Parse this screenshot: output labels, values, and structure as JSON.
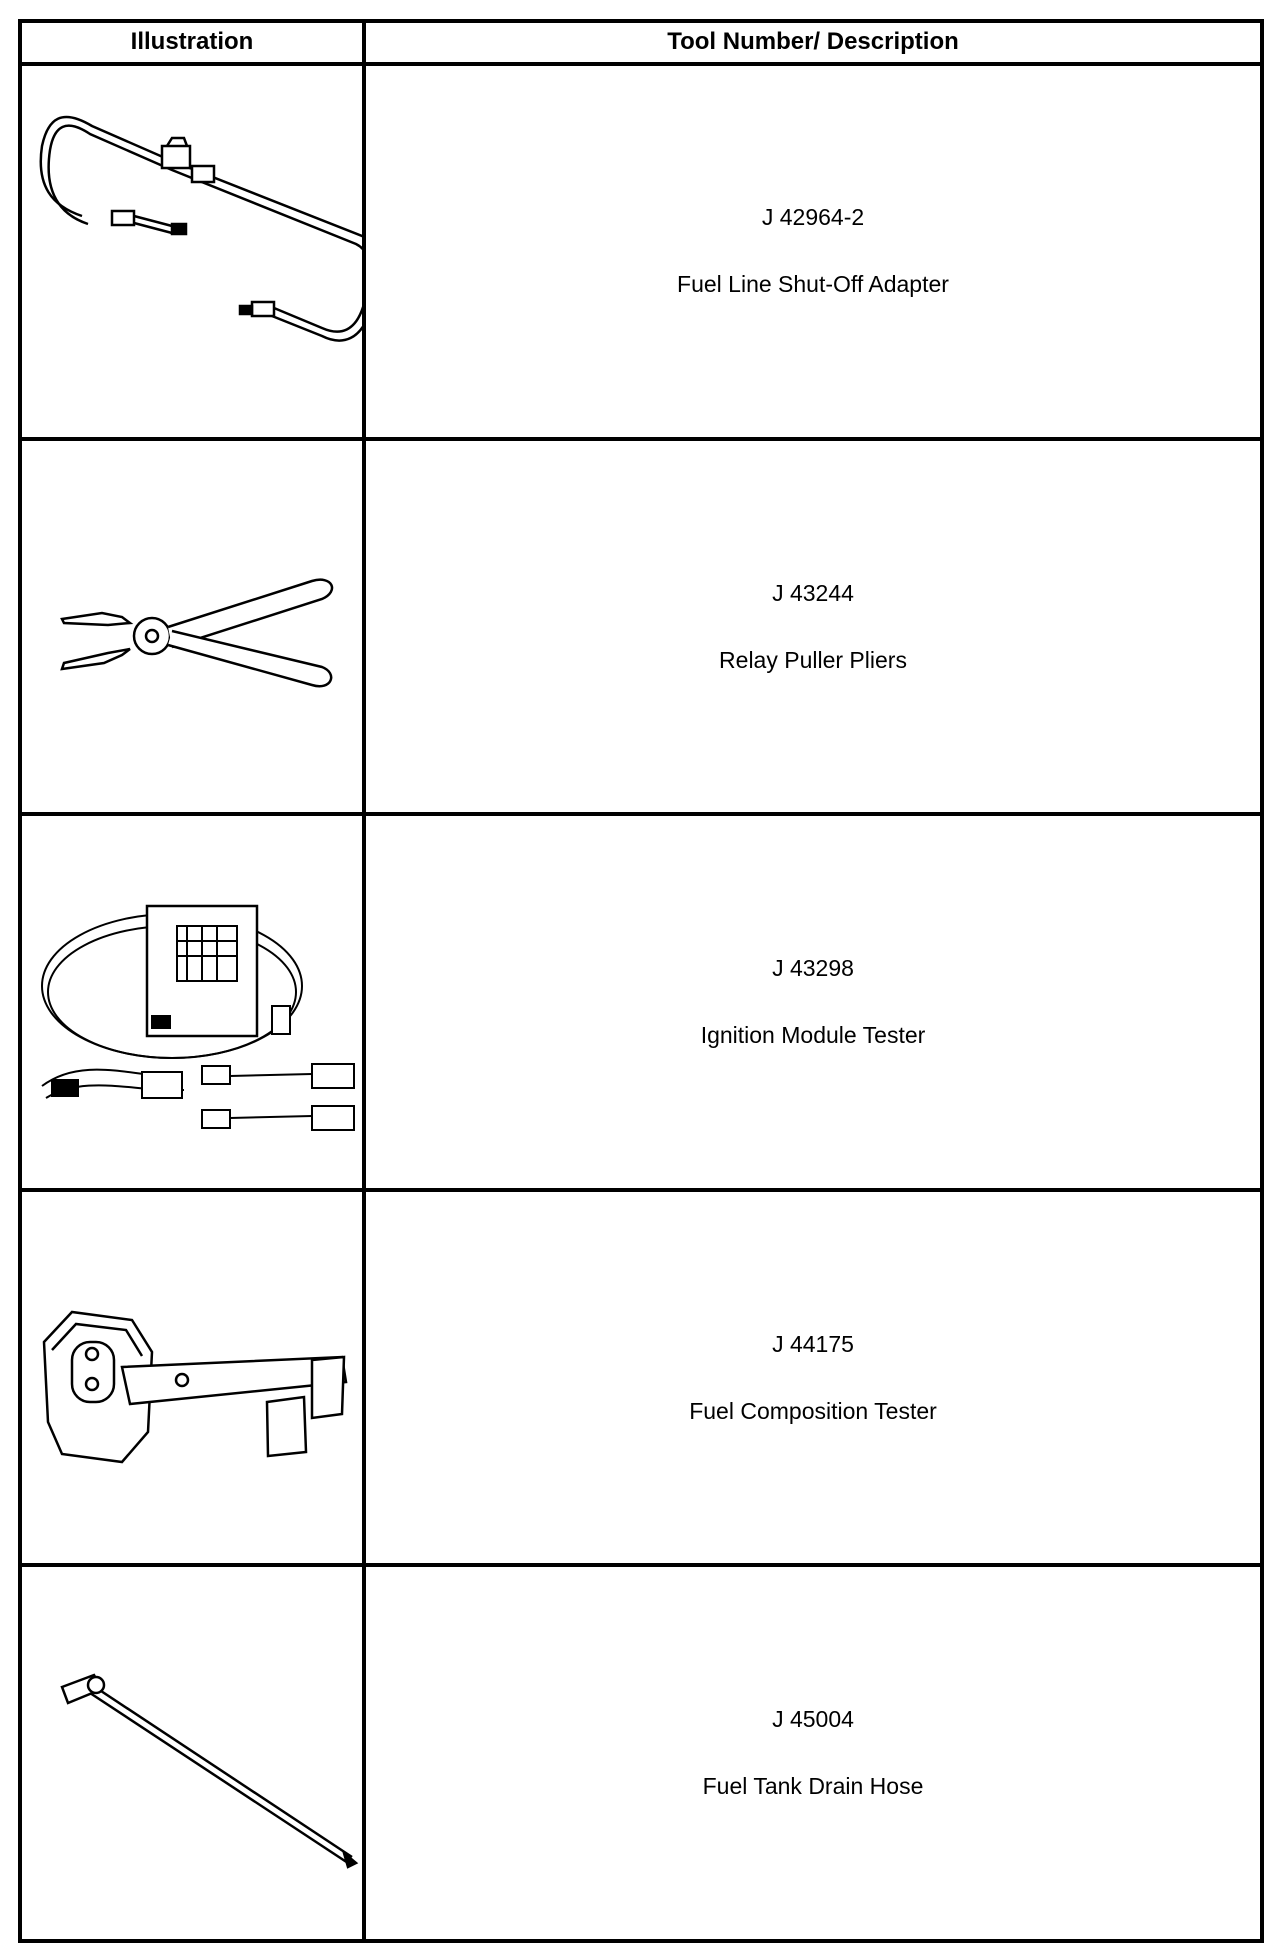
{
  "header": {
    "illustration": "Illustration",
    "tool": "Tool Number/ Description"
  },
  "tools": [
    {
      "number": "J 42964-2",
      "description": "Fuel Line Shut-Off Adapter",
      "icon": "fuel-line-adapter-illustration"
    },
    {
      "number": "J 43244",
      "description": "Relay Puller Pliers",
      "icon": "relay-puller-pliers-illustration"
    },
    {
      "number": "J 43298",
      "description": "Ignition Module Tester",
      "icon": "ignition-module-tester-illustration"
    },
    {
      "number": "J 44175",
      "description": "Fuel Composition Tester",
      "icon": "fuel-composition-tester-illustration"
    },
    {
      "number": "J 45004",
      "description": "Fuel Tank Drain Hose",
      "icon": "fuel-tank-drain-hose-illustration"
    }
  ]
}
